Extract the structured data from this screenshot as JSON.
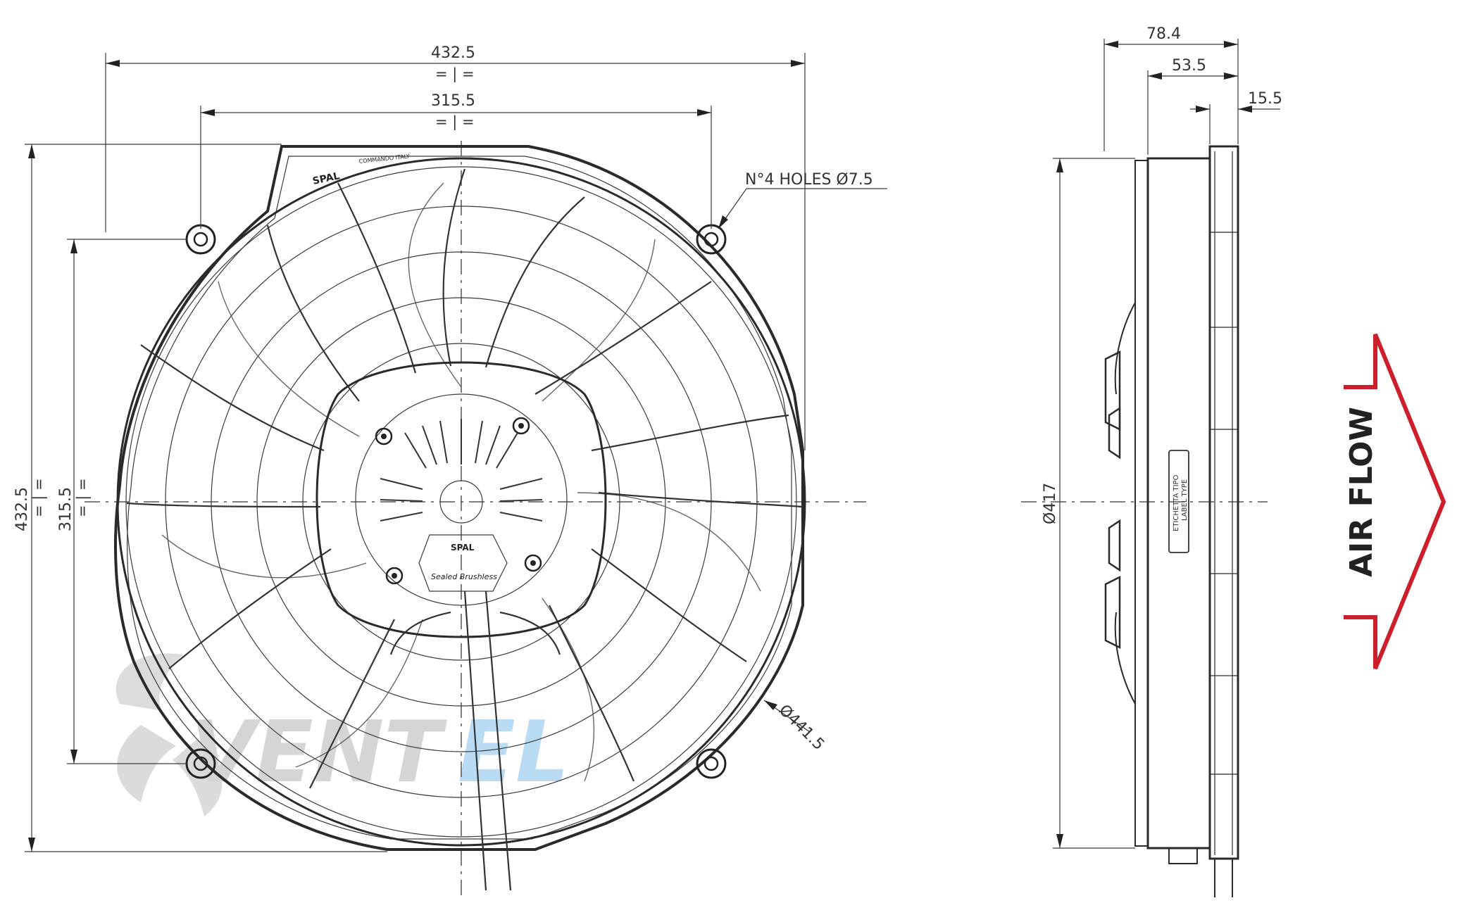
{
  "front_view": {
    "width_overall": "432.5",
    "width_holes": "315.5",
    "height_overall": "432.5",
    "height_holes": "315.5",
    "sym_marks": "= | =",
    "holes_note": "N°4 HOLES Ø7.5",
    "outer_diameter": "Ø441.5",
    "brand_top": "SPAL",
    "brand_small": "COMMANDO ITALY",
    "motor_brand": "SPAL",
    "motor_label": "Sealed Brushless"
  },
  "side_view": {
    "depth_total": "78.4",
    "depth_mid": "53.5",
    "depth_flange": "15.5",
    "shroud_diameter": "Ø417",
    "label_line1": "ETICHETTA TIPO",
    "label_line2": "LABEL TYPE"
  },
  "airflow": {
    "text": "AIR FLOW",
    "arrow_color": "#cc1e2b"
  },
  "watermark": {
    "text_dark": "VENT",
    "text_blue": "EL",
    "blue_color": "#3b9be0"
  }
}
